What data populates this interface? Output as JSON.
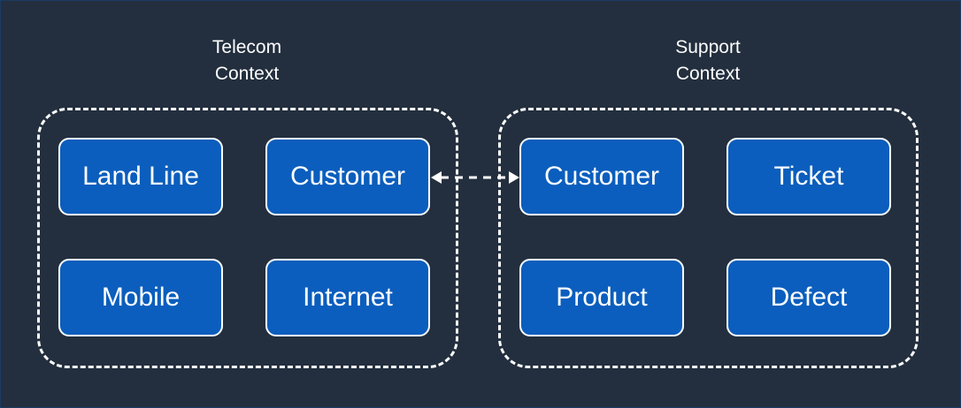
{
  "contexts": {
    "telecom": {
      "title": "Telecom\nContext",
      "entities": {
        "land_line": "Land Line",
        "customer": "Customer",
        "mobile": "Mobile",
        "internet": "Internet"
      }
    },
    "support": {
      "title": "Support\nContext",
      "entities": {
        "customer": "Customer",
        "ticket": "Ticket",
        "product": "Product",
        "defect": "Defect"
      }
    }
  },
  "colors": {
    "background": "#232F3E",
    "entity_fill": "#0B5EBD",
    "stroke": "#FFFFFF"
  }
}
